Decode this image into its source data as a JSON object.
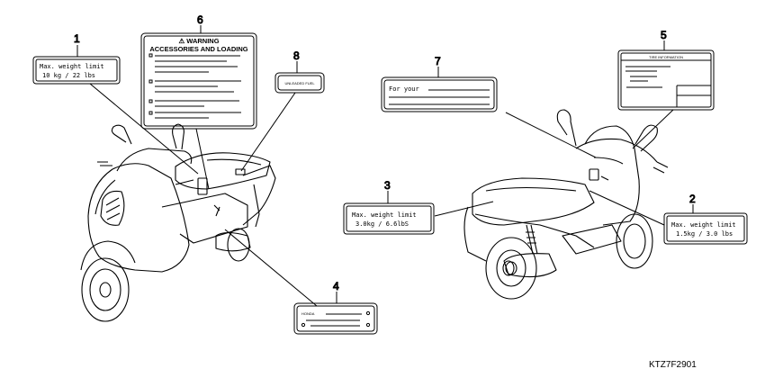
{
  "callouts": [
    {
      "number": "1",
      "label_lines": [
        "Max. weight limit",
        "10 kg  /  22 lbs"
      ]
    },
    {
      "number": "2",
      "label_lines": [
        "Max. weight limit",
        "1.5kg  / 3.0 lbs"
      ]
    },
    {
      "number": "3",
      "label_lines": [
        "Max. weight limit",
        "3.0kg  / 6.6lbS"
      ]
    },
    {
      "number": "4",
      "label_lines": [
        "HONDA"
      ]
    },
    {
      "number": "5",
      "label_lines": [
        "TIRE INFORMATION"
      ]
    },
    {
      "number": "6",
      "label_lines": [
        "⚠ WARNING",
        "ACCESSORIES AND LOADING"
      ]
    },
    {
      "number": "7",
      "label_lines": [
        "For your"
      ]
    },
    {
      "number": "8",
      "label_lines": [
        "UNLEADED FUEL"
      ]
    }
  ],
  "diagram_code": "KTZ7F2901"
}
